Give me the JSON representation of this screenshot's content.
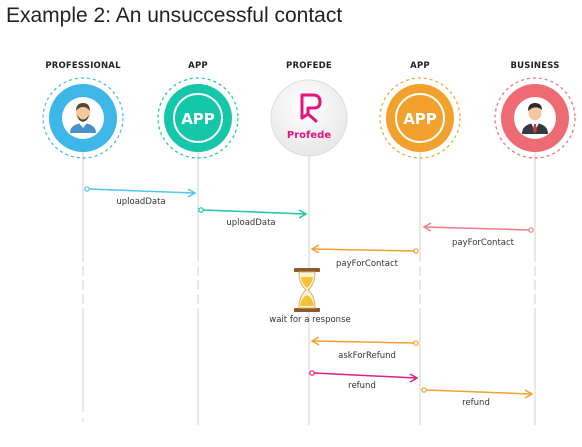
{
  "title": "Example 2: An unsuccessful contact",
  "actors": [
    {
      "label": "PROFESSIONAL",
      "kind": "person-icon",
      "color": "#3fb6e8"
    },
    {
      "label": "APP",
      "kind": "app-badge",
      "badge": "APP",
      "color": "#14c7a8"
    },
    {
      "label": "PROFEDE",
      "kind": "profede-logo",
      "badge": "Profede",
      "color": "#e3147c"
    },
    {
      "label": "APP",
      "kind": "app-badge",
      "badge": "APP",
      "color": "#f2a22c"
    },
    {
      "label": "BUSINESS",
      "kind": "businessman-icon",
      "color": "#ef6b73"
    }
  ],
  "messages": [
    {
      "label": "uploadData",
      "from": 0,
      "to": 1,
      "color": "#4fc7e8"
    },
    {
      "label": "uploadData",
      "from": 1,
      "to": 2,
      "color": "#19c5a5"
    },
    {
      "label": "payForContact",
      "from": 4,
      "to": 3,
      "color": "#f07c86"
    },
    {
      "label": "payForContact",
      "from": 3,
      "to": 2,
      "color": "#f2a22c"
    },
    {
      "label": "askForRefund",
      "from": 3,
      "to": 2,
      "color": "#f2a22c"
    },
    {
      "label": "refund",
      "from": 2,
      "to": 3,
      "color": "#e0207f"
    },
    {
      "label": "refund",
      "from": 3,
      "to": 4,
      "color": "#f2a22c"
    }
  ],
  "wait": {
    "label": "wait for a response",
    "icon": "hourglass-icon"
  }
}
